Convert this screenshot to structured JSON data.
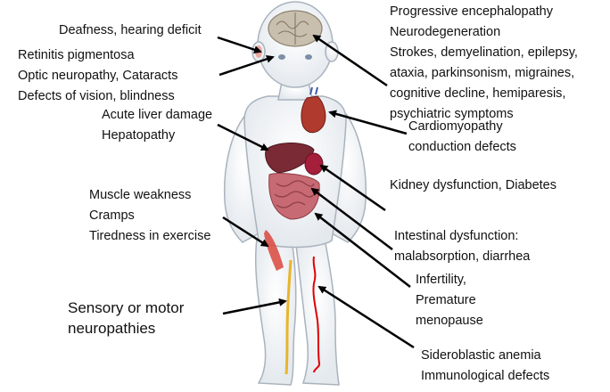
{
  "labels": {
    "deafness": "Deafness, hearing deficit",
    "eye": [
      "Retinitis pigmentosa",
      "Optic neuropathy, Cataracts",
      "Defects of vision, blindness"
    ],
    "brain": [
      "Progressive encephalopathy",
      "Neurodegeneration",
      "Strokes, demyelination, epilepsy,",
      "ataxia, parkinsonism, migraines,",
      "cognitive decline, hemiparesis,",
      "psychiatric symptoms"
    ],
    "liver": [
      "Acute liver damage",
      "Hepatopathy"
    ],
    "heart": [
      "Cardiomyopathy",
      "conduction defects"
    ],
    "kidney": "Kidney dysfunction, Diabetes",
    "muscle": [
      "Muscle weakness",
      "Cramps",
      "Tiredness in exercise"
    ],
    "intestine": [
      "Intestinal dysfunction:",
      "malabsorption, diarrhea"
    ],
    "fertility": [
      "Infertility,",
      "Premature",
      "menopause"
    ],
    "nerve": [
      "Sensory or motor",
      "neuropathies"
    ],
    "blood": [
      "Sideroblastic anemia",
      "Immunological defects"
    ]
  },
  "colors": {
    "skin": "#f1f4f7",
    "skin_outline": "#a9b3bd",
    "brain": "#c9bfae",
    "liver": "#7a2a34",
    "intestine": "#c86a73",
    "heart": "#b03a2e",
    "kidney": "#a51e3a",
    "nerve_line": "#e8b52a",
    "blood_line": "#e00000",
    "muscle": "#d9473d",
    "arrow": "#000000"
  }
}
